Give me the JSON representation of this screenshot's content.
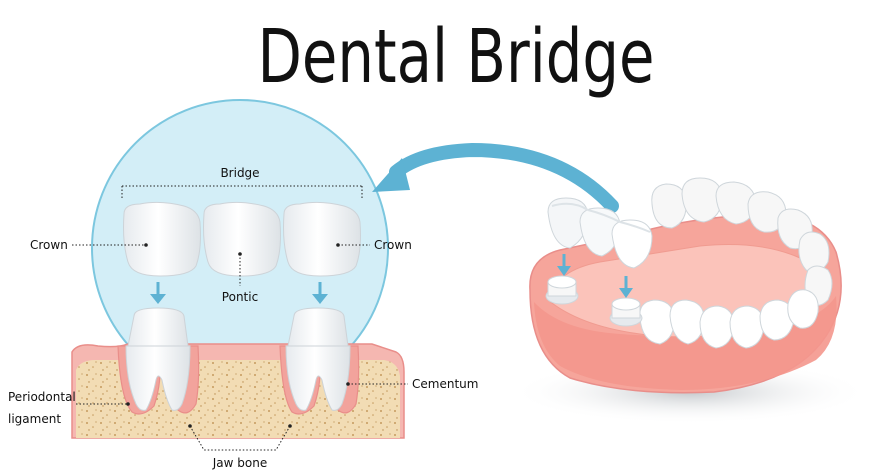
{
  "title": "Dental Bridge",
  "labels": {
    "bridge": "Bridge",
    "crown_left": "Crown",
    "crown_right": "Crown",
    "pontic": "Pontic",
    "periodontal_line1": "Periodontal",
    "periodontal_line2": "ligament",
    "cementum": "Cementum",
    "jaw_bone": "Jaw bone"
  },
  "colors": {
    "circle_fill": "#d3eef7",
    "circle_stroke": "#7cc7df",
    "arrow": "#5db2d3",
    "gum": "#f5b7b1",
    "gum_dark": "#e98e8a",
    "bone": "#f2dcb4",
    "bone_speckle": "#c59a5e",
    "tooth": "#f7f7f7",
    "tooth_shadow": "#d7dde2",
    "jaw_gum": "#f6a59b",
    "jaw_gum_light": "#fbc3ba"
  }
}
